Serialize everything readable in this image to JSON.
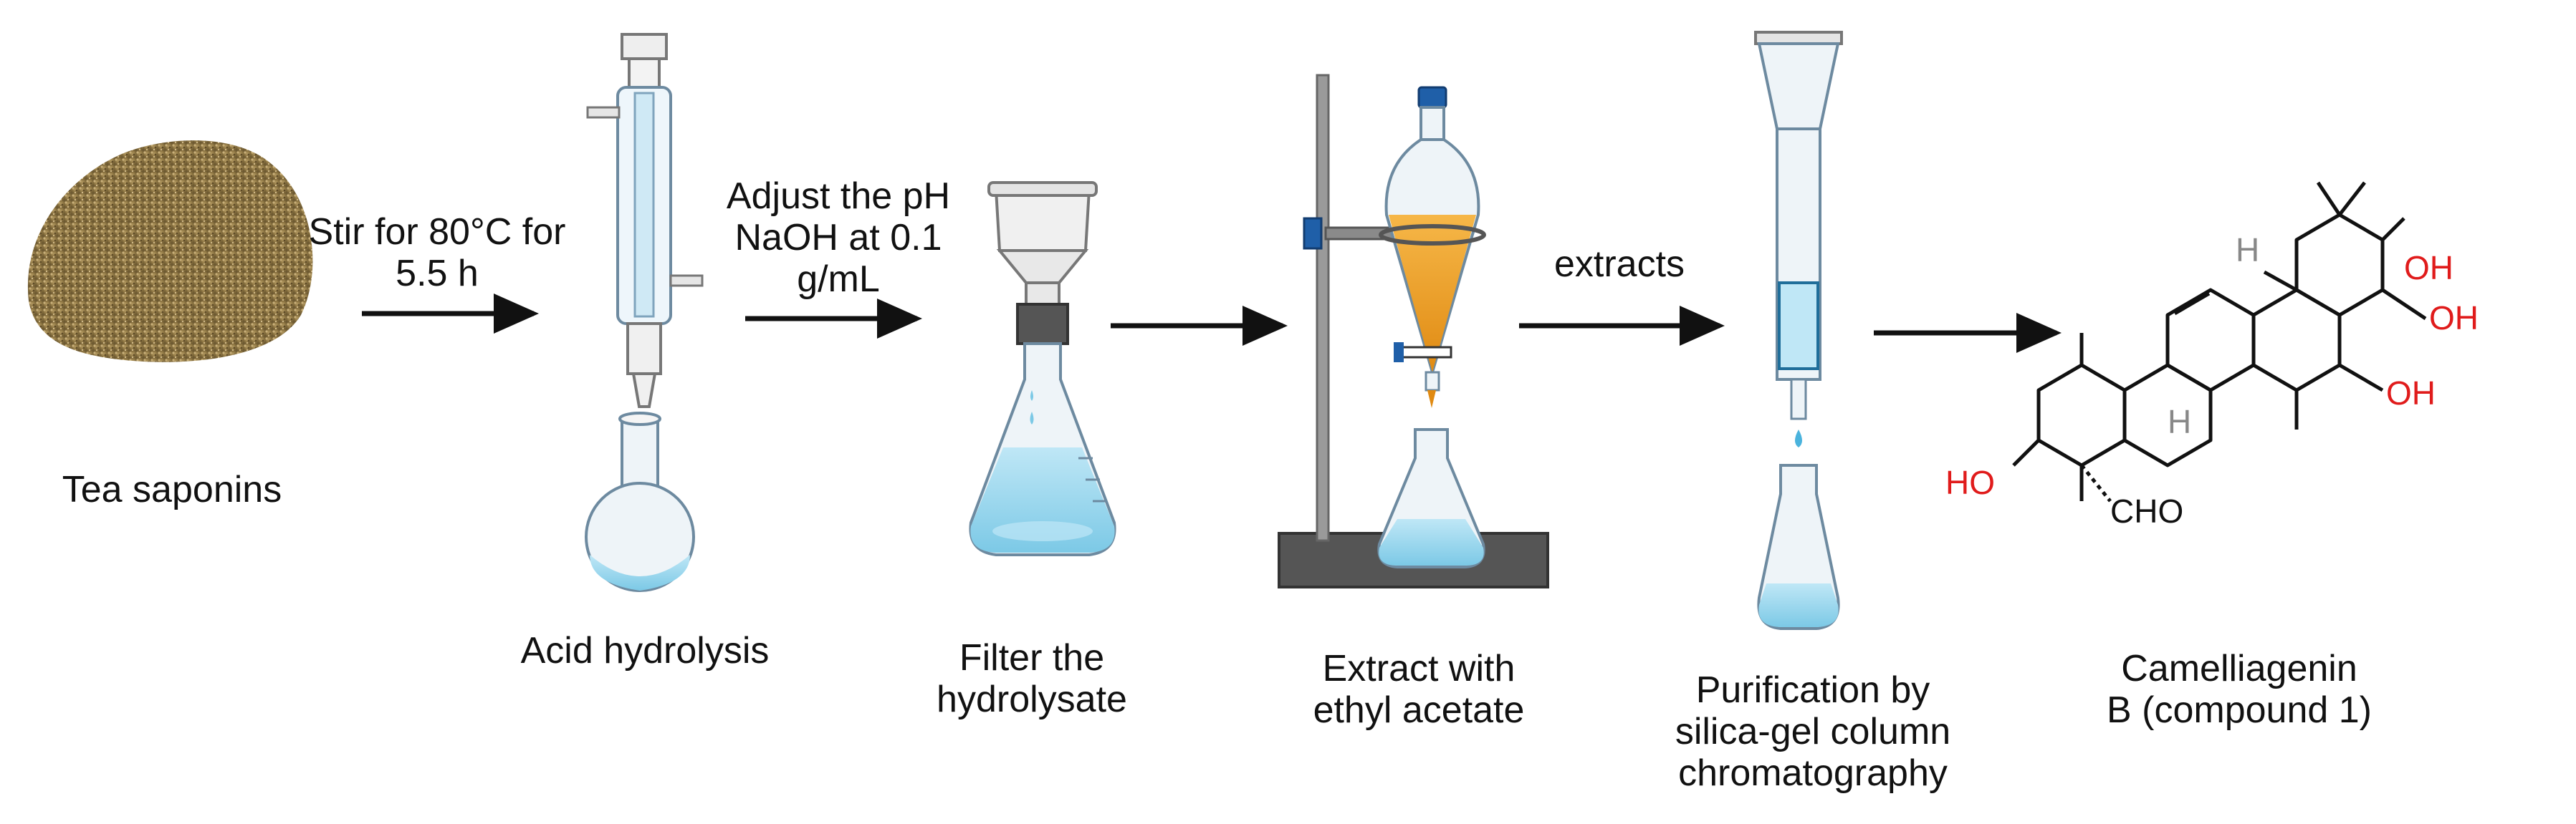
{
  "steps": {
    "tea": "Tea saponins",
    "acid": "Acid hydrolysis",
    "filter": "Filter the\nhydrolysate",
    "extract": "Extract with\nethyl acetate",
    "purify": "Purification by\nsilica-gel column\nchromatography",
    "product": "Camelliagenin\nB (compound 1)"
  },
  "conditions": {
    "stir": "Stir for 80°C for\n5.5 h",
    "ph": "Adjust the pH\nNaOH at 0.1\ng/mL",
    "extracts": "extracts"
  },
  "molecule": {
    "oh_top": "OH",
    "oh_ch2": "OH",
    "oh_lower": "OH",
    "ho_left": "HO",
    "cho": "CHO",
    "h_top": "H",
    "h_mid": "H"
  },
  "colors": {
    "arrow": "#111111",
    "liquid_blue": "#9fd8ee",
    "glass": "#e8f2f8",
    "organic_orange": "#f0a32a",
    "hydroxyl_red": "#e01b1b",
    "powder": "#a08a55"
  }
}
